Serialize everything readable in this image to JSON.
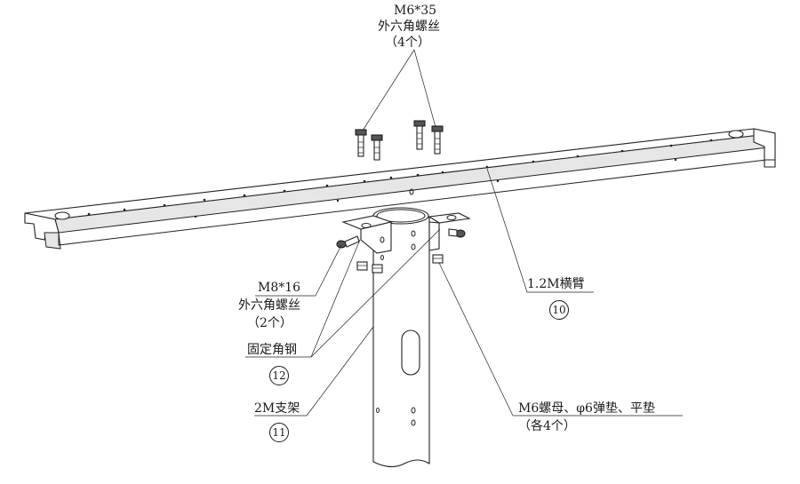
{
  "callouts": {
    "bolt_m6": {
      "spec": "M6*35",
      "name": "外六角螺丝",
      "qty": "（4个）"
    },
    "crossarm": {
      "name": "1.2M横臂",
      "number": "10"
    },
    "bolt_m8": {
      "spec": "M8*16",
      "name": "外六角螺丝",
      "qty": "（2个）"
    },
    "angle_steel": {
      "name": "固定角钢",
      "number": "12"
    },
    "bracket": {
      "name": "2M支架",
      "number": "11"
    },
    "nuts": {
      "name": "M6螺母、φ6弹垫、平垫",
      "qty": "（各4个）"
    }
  }
}
